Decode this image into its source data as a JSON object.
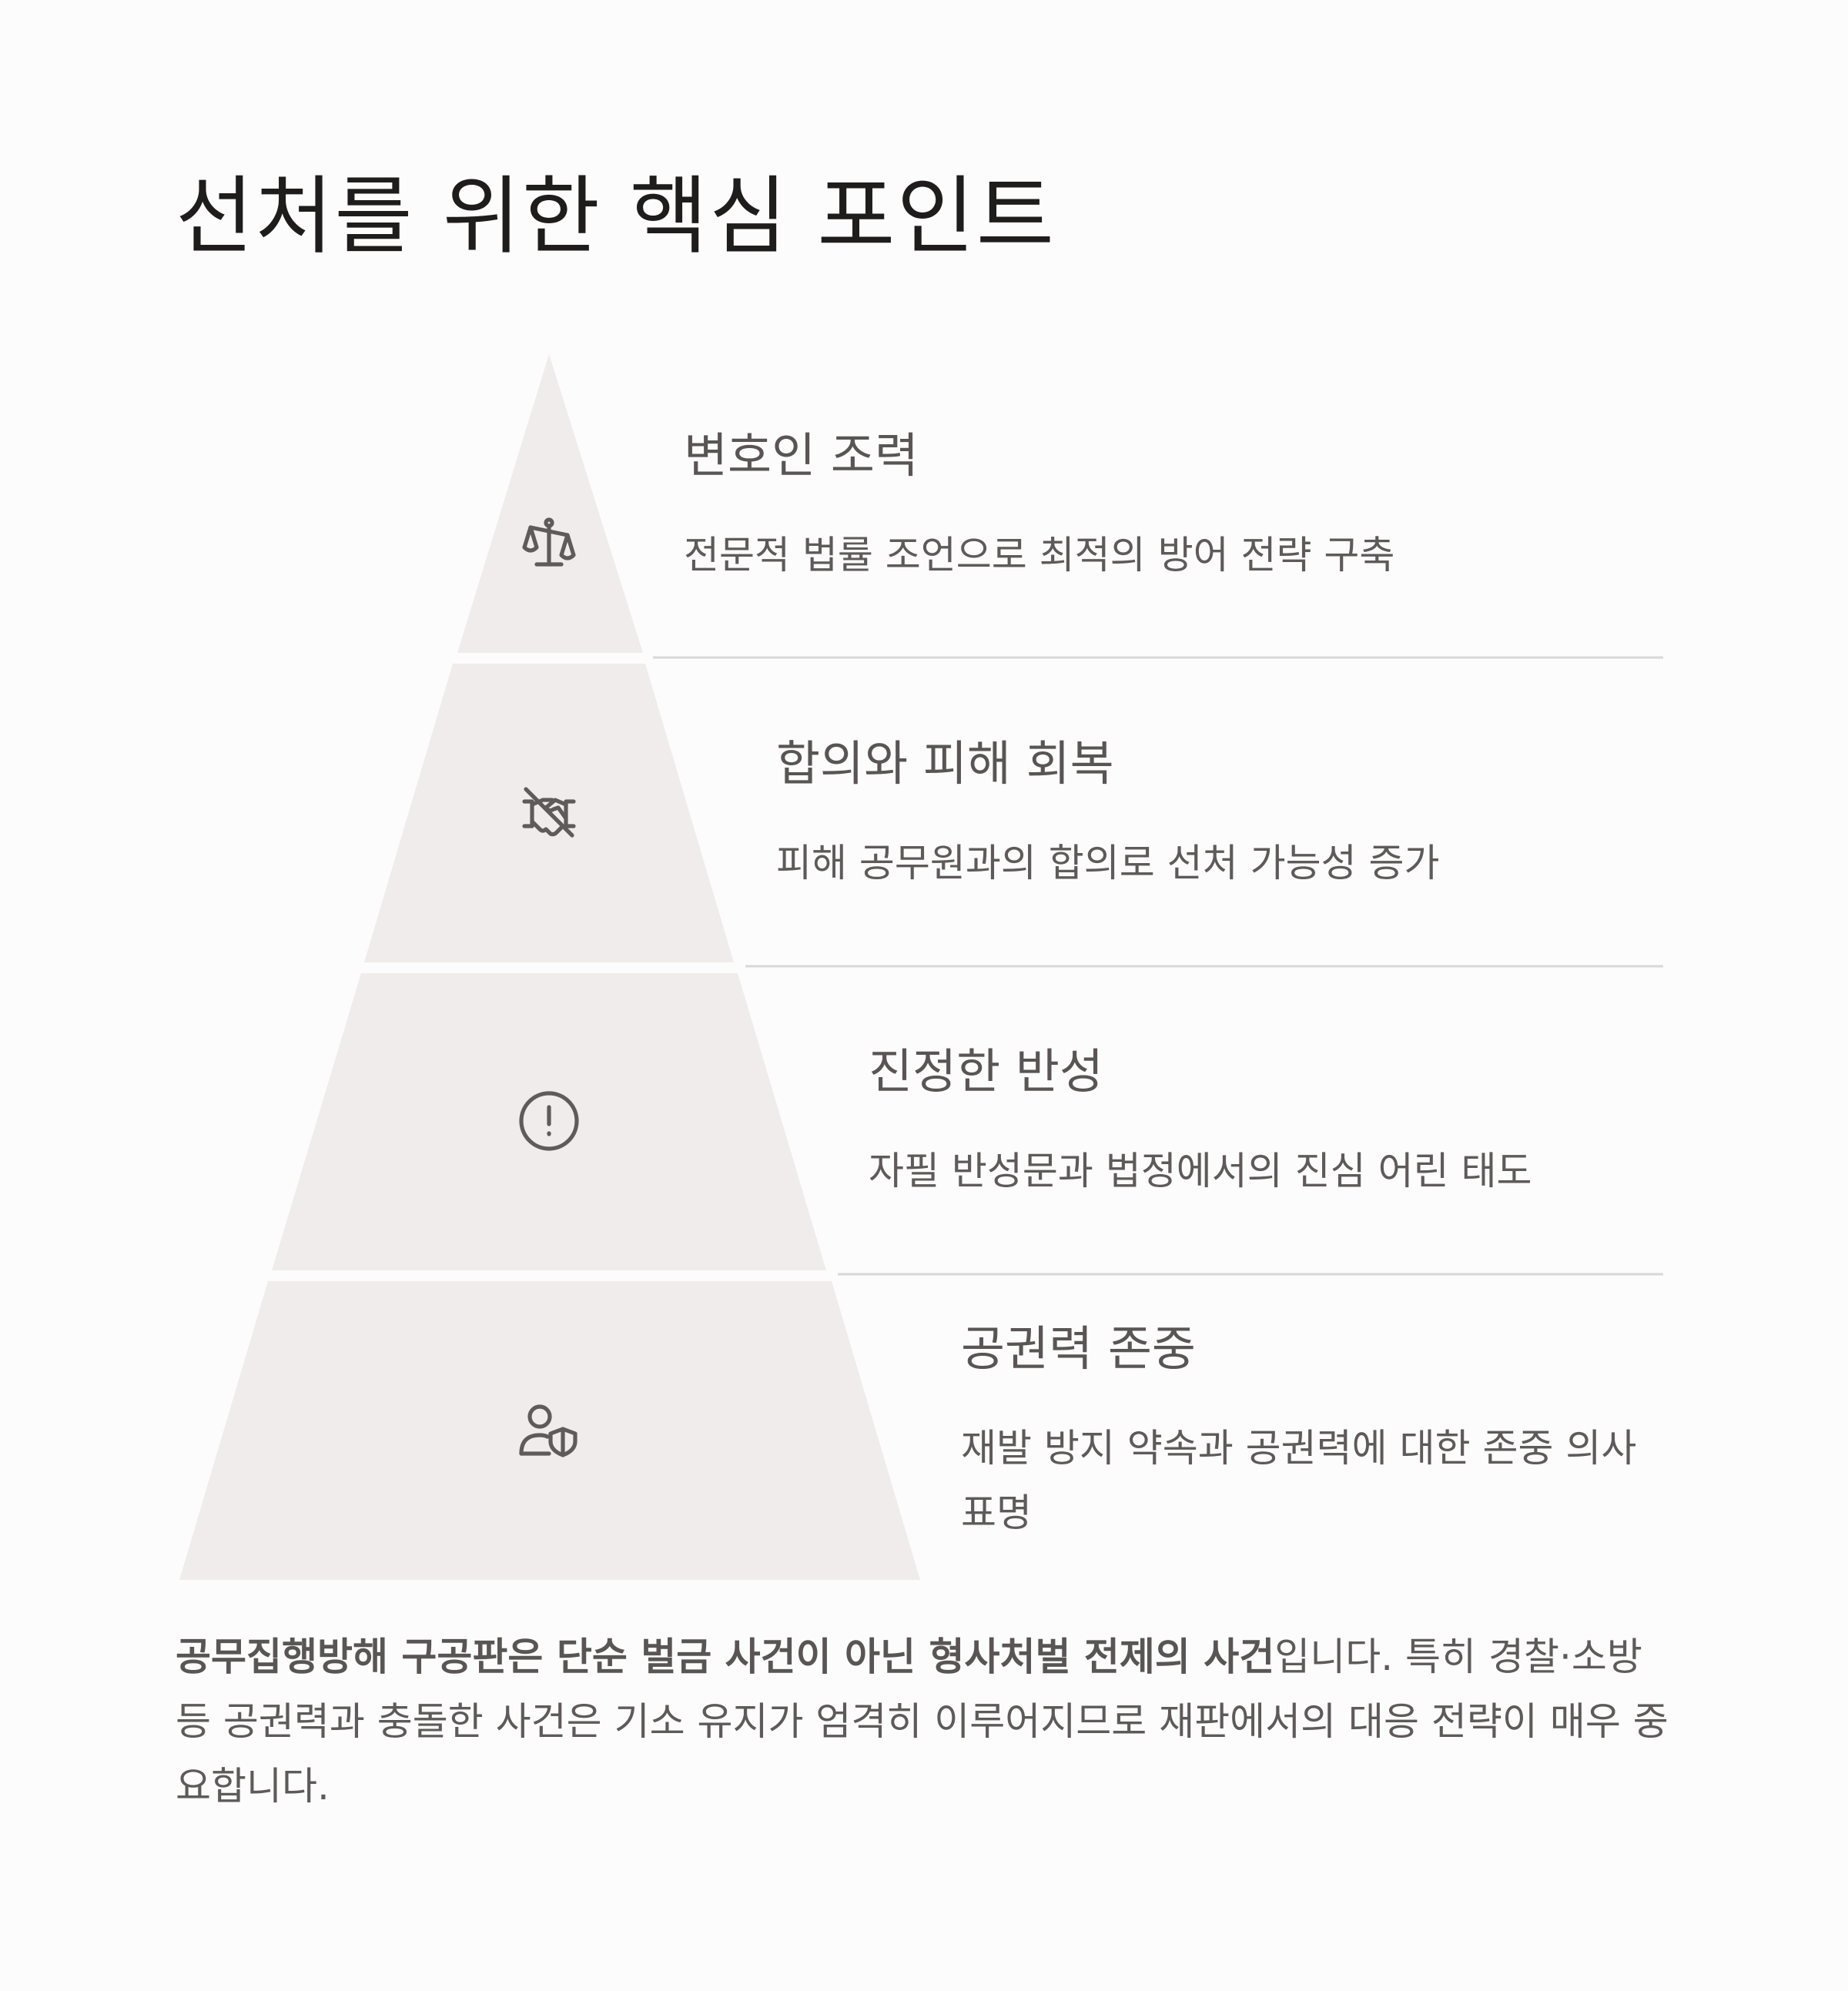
{
  "title": "선처를 위한 핵심 포인트",
  "tiers": [
    {
      "icon": "scales-icon",
      "title": "변호인 조력",
      "description": "전문적 법률 조언으로 최적의 방어 전략 구축"
    },
    {
      "icon": "handshake-off-icon",
      "title": "합의와 피해 회복",
      "description": "피해 공무원과의 합의로 선처 가능성 증가"
    },
    {
      "icon": "alert-circle-icon",
      "title": "진정한 반성",
      "description": "자필 반성문과 법정에서의 진심 어린 태도"
    },
    {
      "icon": "user-shield-icon",
      "title": "공권력 존중",
      "description": "재발 방지 약속과 공권력에 대한 존중 의사 표명"
    }
  ],
  "summary": {
    "bold": "공무집행방해 구공판은 단순 벌금 사건이 아닌 형사처벌 전제의 사건",
    "rest": "입니다. 특히 경찰·소방 등 공권력과 충돌한 사건은 기소 유지가 엄격히 이루어지므로 재판에서의 대응 전략이 매우 중요합니다."
  }
}
